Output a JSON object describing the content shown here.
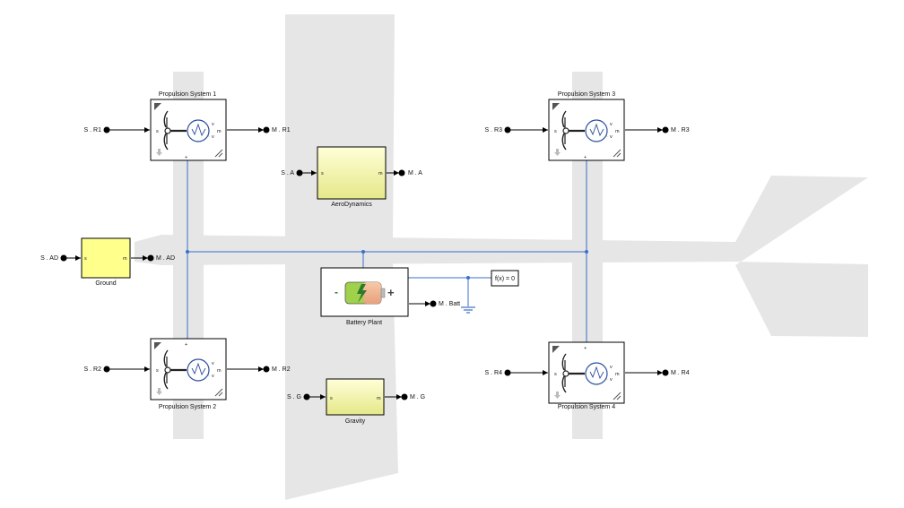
{
  "propulsion": [
    {
      "title": "Propulsion System 1",
      "in_label": "S . R1",
      "out_label": "M . R1",
      "pin_in": "s",
      "pin_out": "m"
    },
    {
      "title": "Propulsion System 2",
      "in_label": "S . R2",
      "out_label": "M . R2",
      "pin_in": "s",
      "pin_out": "m"
    },
    {
      "title": "Propulsion System 3",
      "in_label": "S . R3",
      "out_label": "M . R3",
      "pin_in": "s",
      "pin_out": "m"
    },
    {
      "title": "Propulsion System 4",
      "in_label": "S . R4",
      "out_label": "M . R4",
      "pin_in": "s",
      "pin_out": "m"
    }
  ],
  "aero": {
    "title": "AeroDynamics",
    "in_label": "S . A",
    "out_label": "M . A",
    "pin_in": "s",
    "pin_out": "m"
  },
  "ground": {
    "title": "Ground",
    "in_label": "S . AD",
    "out_label": "M . AD",
    "pin_in": "s",
    "pin_out": "m"
  },
  "gravity": {
    "title": "Gravity",
    "in_label": "S . G",
    "out_label": "M . G",
    "pin_in": "s",
    "pin_out": "m"
  },
  "battery": {
    "title": "Battery Plant",
    "out_label": "M . Batt",
    "minus": "-",
    "plus": "+"
  },
  "solver": {
    "label": "f(x) = 0"
  },
  "colors": {
    "bus": "#3a6fc9",
    "yellow_block": "#ffff8c",
    "aero_gradient_top": "#ffffd8",
    "aero_gradient_bottom": "#e6ea86",
    "silhouette": "#e6e6e6"
  },
  "icons": [
    "propeller-motor-icon",
    "battery-icon",
    "electrical-reference-icon",
    "library-arrow-icon"
  ]
}
